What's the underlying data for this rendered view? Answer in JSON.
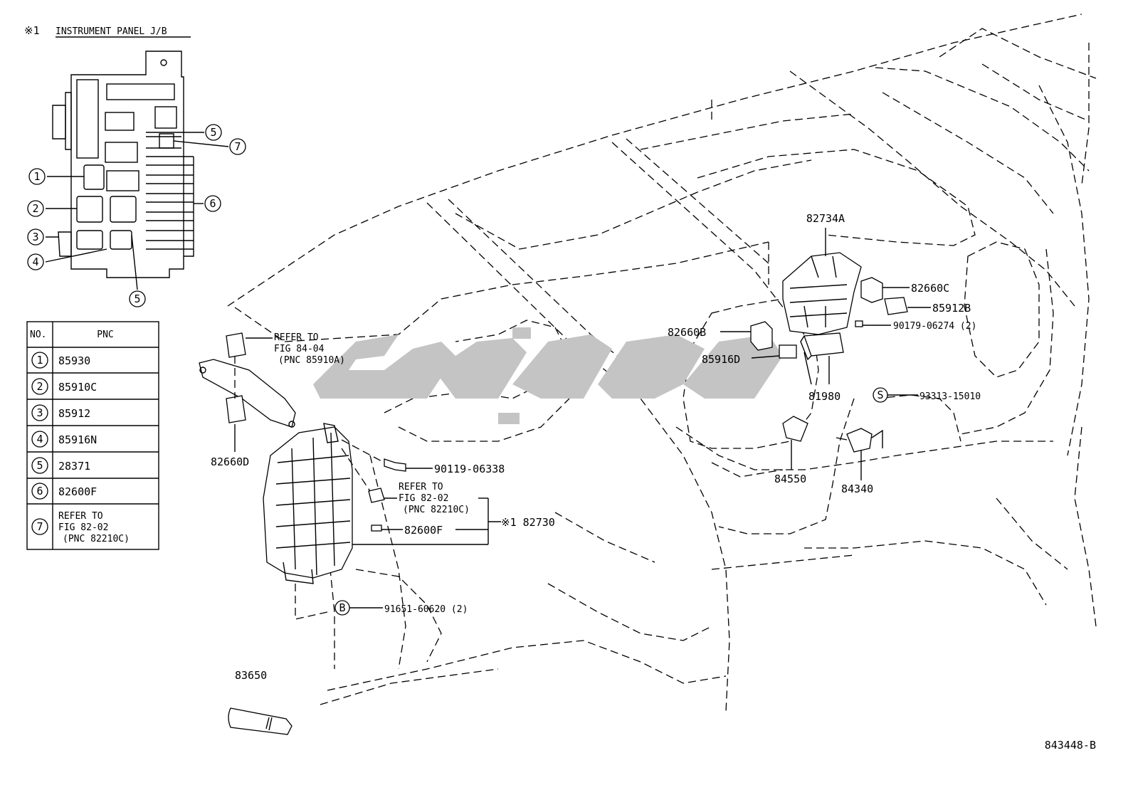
{
  "header": {
    "callout_mark": "※1",
    "title": "INSTRUMENT PANEL J/B"
  },
  "table": {
    "col_no": "NO.",
    "col_pnc": "PNC",
    "rows": [
      {
        "no": "1",
        "pnc": "85930"
      },
      {
        "no": "2",
        "pnc": "85910C"
      },
      {
        "no": "3",
        "pnc": "85912"
      },
      {
        "no": "4",
        "pnc": "85916N"
      },
      {
        "no": "5",
        "pnc": "28371"
      },
      {
        "no": "6",
        "pnc": "82600F"
      },
      {
        "no": "7",
        "pnc_lines": [
          "REFER TO",
          "FIG 82-02",
          "(PNC 82210C)"
        ]
      }
    ]
  },
  "inset_callouts": [
    "1",
    "2",
    "3",
    "4",
    "5",
    "6",
    "7"
  ],
  "parts": {
    "p82734A": "82734A",
    "p82660C": "82660C",
    "p85912B": "85912B",
    "p90179": "90179-06274 (2)",
    "p82660B": "82660B",
    "p85916D": "85916D",
    "p81980": "81980",
    "s_marker": "S",
    "p93313": "93313-15010",
    "p84550": "84550",
    "p84340": "84340",
    "p82660D": "82660D",
    "p90119": "90119-06338",
    "ref_84_lines": [
      "REFER TO",
      "FIG 84-04",
      "(PNC 85910A)"
    ],
    "ref_82_lines": [
      "REFER TO",
      "FIG 82-02",
      "(PNC 82210C)"
    ],
    "p82600F": "82600F",
    "p82730": "※1 82730",
    "b_marker": "B",
    "p91651": "91651-60620 (2)",
    "p83650": "83650"
  },
  "diagram_id": "843448-B",
  "watermark": "ﺖﯾﻮﯾ"
}
